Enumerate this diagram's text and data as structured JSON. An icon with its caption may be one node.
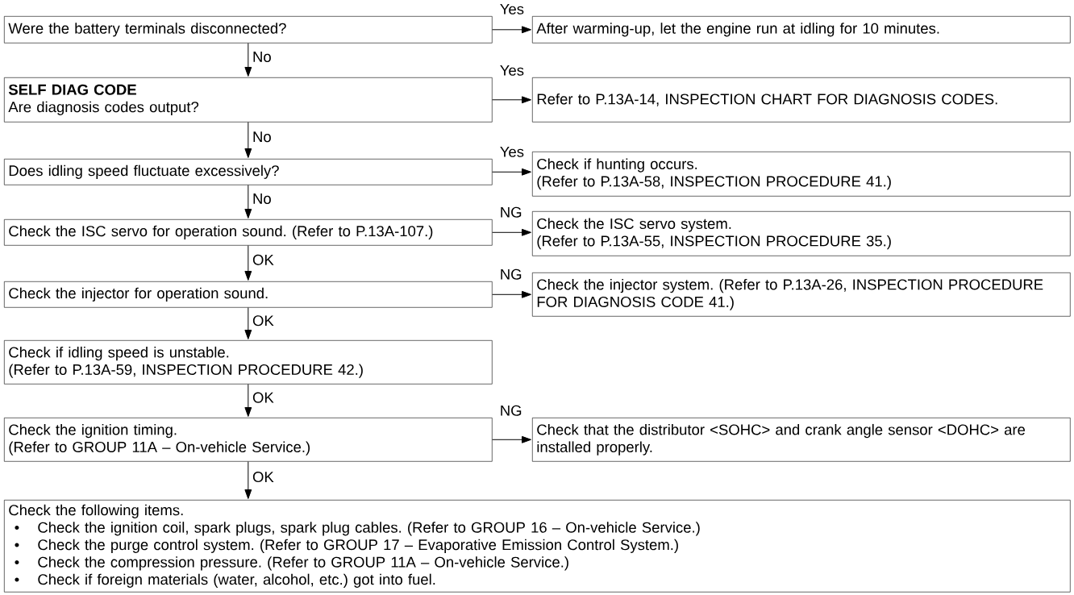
{
  "diagram": {
    "nodes": [
      {
        "text": [
          "Were the battery terminals disconnected?"
        ]
      },
      {
        "text": [
          "After warming-up, let the engine run at idling for 10 minutes."
        ]
      },
      {
        "text": [
          "SELF DIAG CODE",
          "Are diagnosis codes output?"
        ]
      },
      {
        "text": [
          "Refer to P.13A-14, INSPECTION CHART FOR DIAGNOSIS CODES."
        ]
      },
      {
        "text": [
          "Does idling speed fluctuate excessively?"
        ]
      },
      {
        "text": [
          "Check if hunting occurs.",
          "(Refer to P.13A-58, INSPECTION PROCEDURE 41.)"
        ]
      },
      {
        "text": [
          "Check the ISC servo for operation sound. (Refer to P.13A-107.)"
        ]
      },
      {
        "text": [
          "Check the ISC servo system.",
          "(Refer to P.13A-55, INSPECTION PROCEDURE 35.)"
        ]
      },
      {
        "text": [
          "Check the injector for operation sound."
        ]
      },
      {
        "text": [
          "Check the injector system. (Refer to P.13A-26, INSPECTION PROCEDURE FOR DIAGNOSIS CODE 41.)"
        ]
      },
      {
        "text": [
          "Check if idling speed is unstable.",
          "(Refer to P.13A-59, INSPECTION PROCEDURE 42.)"
        ]
      },
      {
        "text": [
          "Check the ignition timing.",
          "(Refer to GROUP 11A – On-vehicle Service.)"
        ]
      },
      {
        "text": [
          "Check that the distributor <SOHC> and crank angle sensor <DOHC> are installed properly."
        ]
      },
      {
        "text": [
          "Check the following items.",
          "Check the ignition coil, spark plugs, spark plug cables. (Refer to GROUP 16 – On-vehicle Service.)",
          "Check the purge control system. (Refer to GROUP 17 – Evaporative Emission Control System.)",
          "Check the compression pressure. (Refer to GROUP 11A – On-vehicle Service.)",
          "Check if foreign materials (water, alcohol, etc.) got into fuel."
        ]
      }
    ],
    "edges": [
      {
        "from": 0,
        "to": 1,
        "arrow": "to",
        "label": "Yes"
      },
      {
        "from": 0,
        "to": 2,
        "arrow": "to",
        "label": "No"
      },
      {
        "from": 2,
        "to": 3,
        "arrow": "to",
        "label": "Yes"
      },
      {
        "from": 2,
        "to": 4,
        "arrow": "to",
        "label": "No"
      },
      {
        "from": 4,
        "to": 5,
        "arrow": "to",
        "label": "Yes"
      },
      {
        "from": 4,
        "to": 6,
        "arrow": "to",
        "label": "No"
      },
      {
        "from": 6,
        "to": 7,
        "arrow": "to",
        "label": "NG"
      },
      {
        "from": 6,
        "to": 8,
        "arrow": "to",
        "label": "OK"
      },
      {
        "from": 8,
        "to": 9,
        "arrow": "to",
        "label": "NG"
      },
      {
        "from": 8,
        "to": 10,
        "arrow": "to",
        "label": "OK"
      },
      {
        "from": 10,
        "to": 11,
        "arrow": "to",
        "label": "OK"
      },
      {
        "from": 11,
        "to": 12,
        "arrow": "to",
        "label": "NG"
      },
      {
        "from": 11,
        "to": 13,
        "arrow": "to",
        "label": "OK"
      }
    ],
    "labels": [
      "•",
      "•",
      "•",
      "•"
    ]
  }
}
